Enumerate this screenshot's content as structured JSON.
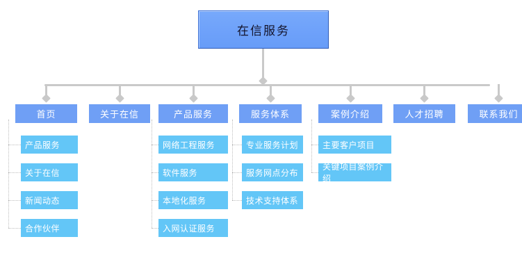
{
  "diagram": {
    "title": "在信服务",
    "root": {
      "label": "在信服务"
    },
    "colors": {
      "root_fill": "#6fa2fa",
      "root_border": "#3b6fd4",
      "level2_fill": "#6f9ff5",
      "level3_fill": "#63c6f7",
      "connector_solid": "#c9c9c9",
      "connector_dotted": "#bdbdbd",
      "text_light": "#ffffff",
      "text_dark": "#14142b",
      "background": "#ffffff"
    },
    "branches": [
      {
        "label": "首页",
        "children": [
          "产品服务",
          "关于在信",
          "新闻动态",
          "合作伙伴"
        ]
      },
      {
        "label": "关于在信",
        "children": []
      },
      {
        "label": "产品服务",
        "children": [
          "网络工程服务",
          "软件服务",
          "本地化服务",
          "入网认证服务"
        ]
      },
      {
        "label": "服务体系",
        "children": [
          "专业服务计划",
          "服务网点分布",
          "技术支持体系"
        ]
      },
      {
        "label": "案例介绍",
        "children": [
          "主要客户项目",
          "关键项目案例介绍"
        ]
      },
      {
        "label": "人才招聘",
        "children": []
      },
      {
        "label": "联系我们",
        "children": []
      }
    ]
  }
}
